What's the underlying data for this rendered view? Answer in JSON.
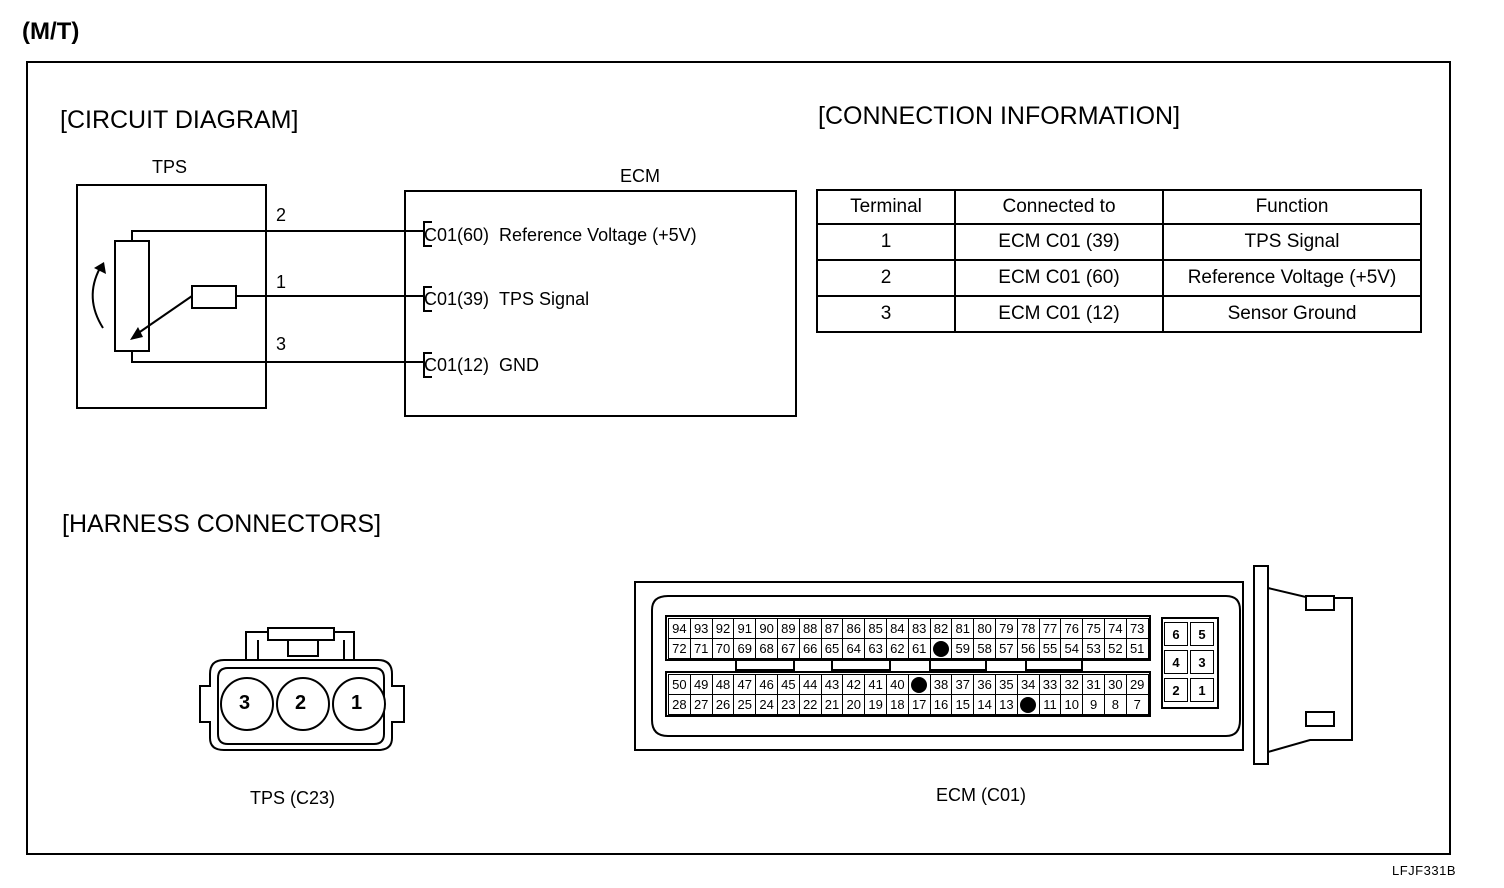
{
  "page": {
    "variant": "(M/T)",
    "code": "LFJF331B"
  },
  "circuit": {
    "title": "[CIRCUIT DIAGRAM]",
    "tps_label": "TPS",
    "ecm_label": "ECM",
    "wires": [
      {
        "pin": "2",
        "terminal": "C01(60)",
        "name": "Reference Voltage (+5V)"
      },
      {
        "pin": "1",
        "terminal": "C01(39)",
        "name": "TPS Signal"
      },
      {
        "pin": "3",
        "terminal": "C01(12)",
        "name": "GND"
      }
    ]
  },
  "connection": {
    "title": "[CONNECTION INFORMATION]",
    "headers": [
      "Terminal",
      "Connected to",
      "Function"
    ],
    "rows": [
      [
        "1",
        "ECM C01 (39)",
        "TPS Signal"
      ],
      [
        "2",
        "ECM C01 (60)",
        "Reference Voltage (+5V)"
      ],
      [
        "3",
        "ECM C01 (12)",
        "Sensor Ground"
      ]
    ]
  },
  "harness": {
    "title": "[HARNESS CONNECTORS]",
    "tps_connector": {
      "label": "TPS (C23)",
      "pins": [
        "3",
        "2",
        "1"
      ]
    },
    "ecm_connector": {
      "label": "ECM  (C01)",
      "rows": [
        [
          "94",
          "93",
          "92",
          "91",
          "90",
          "89",
          "88",
          "87",
          "86",
          "85",
          "84",
          "83",
          "82",
          "81",
          "80",
          "79",
          "78",
          "77",
          "76",
          "75",
          "74",
          "73"
        ],
        [
          "72",
          "71",
          "70",
          "69",
          "68",
          "67",
          "66",
          "65",
          "64",
          "63",
          "62",
          "61",
          "",
          "59",
          "58",
          "57",
          "56",
          "55",
          "54",
          "53",
          "52",
          "51"
        ],
        [
          "50",
          "49",
          "48",
          "47",
          "46",
          "45",
          "44",
          "43",
          "42",
          "41",
          "40",
          "",
          "38",
          "37",
          "36",
          "35",
          "34",
          "33",
          "32",
          "31",
          "30",
          "29"
        ],
        [
          "28",
          "27",
          "26",
          "25",
          "24",
          "23",
          "22",
          "21",
          "20",
          "19",
          "18",
          "17",
          "16",
          "15",
          "14",
          "13",
          "",
          "11",
          "10",
          "9",
          "8",
          "7"
        ]
      ],
      "side_pins": [
        [
          "6",
          "5"
        ],
        [
          "4",
          "3"
        ],
        [
          "2",
          "1"
        ]
      ]
    }
  }
}
